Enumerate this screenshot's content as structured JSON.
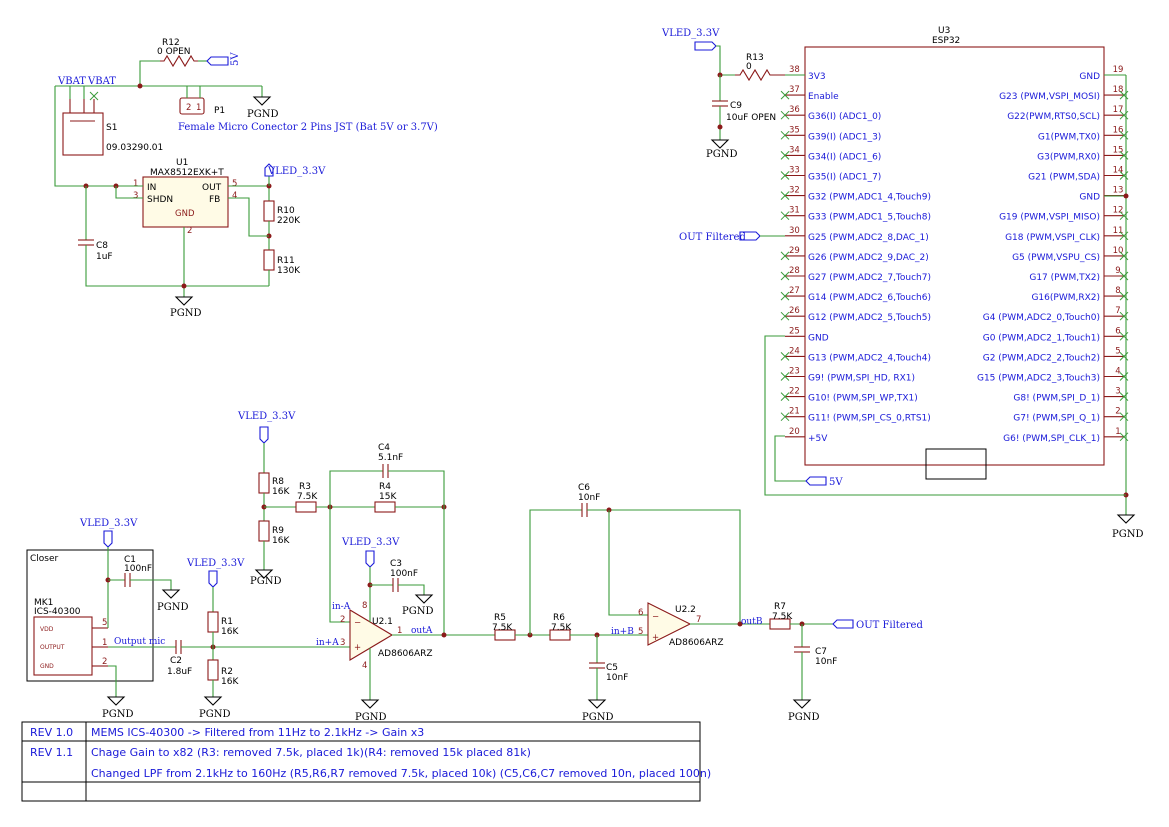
{
  "nets": {
    "vled": "VLED_3.3V",
    "vbat": "VBAT",
    "v5": "5V",
    "pgnd": "PGND",
    "out_filtered": "OUT Filtered",
    "output_mic": "Output mic",
    "in_a": "in-A",
    "in_pa": "in+A",
    "out_a": "outA",
    "in_pb": "in+B",
    "out_b": "outB"
  },
  "components": {
    "r12": {
      "ref": "R12",
      "value": "0 OPEN"
    },
    "s1": {
      "ref": "S1",
      "value": "09.03290.01"
    },
    "p1": {
      "ref": "P1",
      "value": "Female Micro Conector 2 Pins JST (Bat 5V or 3.7V)"
    },
    "u1": {
      "ref": "U1",
      "value": "MAX8512EXK+T",
      "pins": [
        "IN",
        "SHDN",
        "OUT",
        "FB",
        "GND"
      ]
    },
    "c8": {
      "ref": "C8",
      "value": "1uF"
    },
    "r10": {
      "ref": "R10",
      "value": "220K"
    },
    "r11": {
      "ref": "R11",
      "value": "130K"
    },
    "r13": {
      "ref": "R13",
      "value": "0"
    },
    "c9": {
      "ref": "C9",
      "value": "10uF OPEN"
    },
    "u3": {
      "ref": "U3",
      "value": "ESP32"
    },
    "r8": {
      "ref": "R8",
      "value": "16K"
    },
    "r9": {
      "ref": "R9",
      "value": "16K"
    },
    "r3": {
      "ref": "R3",
      "value": "7.5K"
    },
    "r4": {
      "ref": "R4",
      "value": "15K"
    },
    "c4": {
      "ref": "C4",
      "value": "5.1nF"
    },
    "c3": {
      "ref": "C3",
      "value": "100nF"
    },
    "u21": {
      "ref": "U2.1",
      "value": "AD8606ARZ"
    },
    "c1": {
      "ref": "C1",
      "value": "100nF"
    },
    "mk1": {
      "ref": "MK1",
      "value": "ICS-40300",
      "pins": [
        "VDD",
        "OUTPUT",
        "GND"
      ]
    },
    "closer": "Closer",
    "r1": {
      "ref": "R1",
      "value": "16K"
    },
    "r2": {
      "ref": "R2",
      "value": "16K"
    },
    "c2": {
      "ref": "C2",
      "value": "1.8uF"
    },
    "r5": {
      "ref": "R5",
      "value": "7.5K"
    },
    "r6": {
      "ref": "R6",
      "value": "7.5K"
    },
    "c5": {
      "ref": "C5",
      "value": "10nF"
    },
    "c6": {
      "ref": "C6",
      "value": "10nF"
    },
    "u22": {
      "ref": "U2.2",
      "value": "AD8606ARZ"
    },
    "r7": {
      "ref": "R7",
      "value": "7.5K"
    },
    "c7": {
      "ref": "C7",
      "value": "10nF"
    }
  },
  "esp32": {
    "left": [
      {
        "num": "38",
        "name": "3V3"
      },
      {
        "num": "37",
        "name": "Enable"
      },
      {
        "num": "36",
        "name": "G36(I) (ADC1_0)"
      },
      {
        "num": "35",
        "name": "G39(I) (ADC1_3)"
      },
      {
        "num": "34",
        "name": "G34(I) (ADC1_6)"
      },
      {
        "num": "33",
        "name": "G35(I) (ADC1_7)"
      },
      {
        "num": "32",
        "name": "G32 (PWM,ADC1_4,Touch9)"
      },
      {
        "num": "31",
        "name": "G33 (PWM,ADC1_5,Touch8)"
      },
      {
        "num": "30",
        "name": "G25 (PWM,ADC2_8,DAC_1)"
      },
      {
        "num": "29",
        "name": "G26 (PWM,ADC2_9,DAC_2)"
      },
      {
        "num": "28",
        "name": "G27 (PWM,ADC2_7,Touch7)"
      },
      {
        "num": "27",
        "name": "G14 (PWM,ADC2_6,Touch6)"
      },
      {
        "num": "26",
        "name": "G12 (PWM,ADC2_5,Touch5)"
      },
      {
        "num": "25",
        "name": "GND"
      },
      {
        "num": "24",
        "name": "G13 (PWM,ADC2_4,Touch4)"
      },
      {
        "num": "23",
        "name": "G9! (PWM,SPI_HD, RX1)"
      },
      {
        "num": "22",
        "name": "G10! (PWM,SPI_WP,TX1)"
      },
      {
        "num": "21",
        "name": "G11! (PWM,SPI_CS_0,RTS1)"
      },
      {
        "num": "20",
        "name": "+5V"
      }
    ],
    "right": [
      {
        "num": "19",
        "name": "GND"
      },
      {
        "num": "18",
        "name": "G23 (PWM,VSPI_MOSI)"
      },
      {
        "num": "17",
        "name": "G22(PWM,RTS0,SCL)"
      },
      {
        "num": "16",
        "name": "G1(PWM,TX0)"
      },
      {
        "num": "15",
        "name": "G3(PWM,RX0)"
      },
      {
        "num": "14",
        "name": "G21 (PWM,SDA)"
      },
      {
        "num": "13",
        "name": "GND"
      },
      {
        "num": "12",
        "name": "G19 (PWM,VSPI_MISO)"
      },
      {
        "num": "11",
        "name": "G18 (PWM,VSPI_CLK)"
      },
      {
        "num": "10",
        "name": "G5 (PWM,VSPU_CS)"
      },
      {
        "num": "9",
        "name": "G17 (PWM,TX2)"
      },
      {
        "num": "8",
        "name": "G16(PWM,RX2)"
      },
      {
        "num": "7",
        "name": "G4 (PWM,ADC2_0,Touch0)"
      },
      {
        "num": "6",
        "name": "G0 (PWM,ADC2_1,Touch1)"
      },
      {
        "num": "5",
        "name": "G2 (PWM,ADC2_2,Touch2)"
      },
      {
        "num": "4",
        "name": "G15 (PWM,ADC2_3,Touch3)"
      },
      {
        "num": "3",
        "name": "G8! (PWM,SPI_D_1)"
      },
      {
        "num": "2",
        "name": "G7! (PWM,SPI_Q_1)"
      },
      {
        "num": "1",
        "name": "G6! (PWM,SPI_CLK_1)"
      }
    ]
  },
  "revisions": [
    {
      "rev": "REV 1.0",
      "notes": [
        "MEMS ICS-40300 -> Filtered from 11Hz to 2.1kHz -> Gain x3"
      ]
    },
    {
      "rev": "REV 1.1",
      "notes": [
        "Chage Gain to x82 (R3: removed 7.5k, placed 1k)(R4: removed 15k placed 81k)",
        "Changed LPF from 2.1kHz to 160Hz (R5,R6,R7 removed 7.5k, placed 10k) (C5,C6,C7 removed 10n, placed 100n)"
      ]
    },
    {
      "rev": "",
      "notes": [
        ""
      ]
    }
  ],
  "colors": {
    "wire": "#3a9a3a",
    "part": "#8b1a1a",
    "net_label": "#1a1ad8",
    "body_fill": "#fffbe6"
  }
}
